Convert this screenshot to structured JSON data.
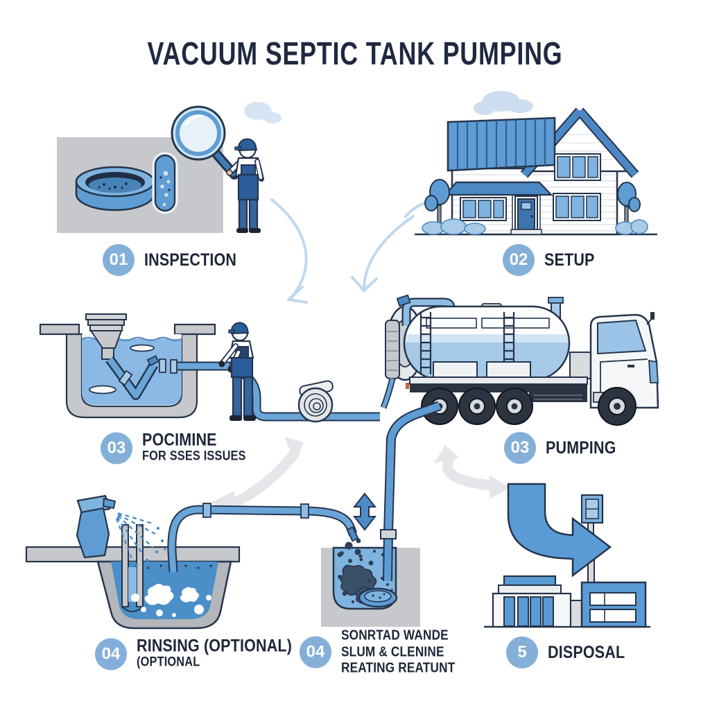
{
  "title": "VACUUM SEPTIC TANK PUMPING",
  "steps": [
    {
      "id": "inspection",
      "number": "01",
      "label": "INSPECTION",
      "sublabels": []
    },
    {
      "id": "setup",
      "number": "02",
      "label": "SETUP",
      "sublabels": []
    },
    {
      "id": "pocimine",
      "number": "03",
      "label": "POCIMINE",
      "sublabels": [
        "FOR SSES ISSUES"
      ]
    },
    {
      "id": "pumping",
      "number": "03",
      "label": "PUMPING",
      "sublabels": []
    },
    {
      "id": "rinsing",
      "number": "04",
      "label": "RINSING (OPTIONAL)",
      "sublabels": [
        "(OPTIONAL"
      ]
    },
    {
      "id": "sorted-waste",
      "number": "04",
      "label": "SONRTAD WANDE",
      "sublabels": [
        "SLUM & CLENINE",
        "REATING REATUNT"
      ]
    },
    {
      "id": "disposal",
      "number": "5",
      "label": "DISPOSAL",
      "sublabels": []
    }
  ],
  "colors": {
    "accent_blue": "#5b9bd5",
    "light_blue": "#a9cbe8",
    "pale_blue": "#cfe2f2",
    "badge_blue": "#84afd8",
    "navy_text": "#1e2940",
    "outline_navy": "#24344c",
    "gray": "#c6c8cb",
    "pale_arrow_gray": "#e4e6e9",
    "pale_arrow_blue": "#bfd8ee"
  },
  "icons": {
    "scene_1": "magnifier-inspection-icon",
    "scene_2": "house-icon",
    "scene_3": "septic-tank-cleaning-icon",
    "scene_4": "vacuum-truck-icon",
    "scene_5": "spray-rinse-icon",
    "scene_6": "sludge-pit-icon",
    "scene_7": "disposal-facility-icon"
  }
}
